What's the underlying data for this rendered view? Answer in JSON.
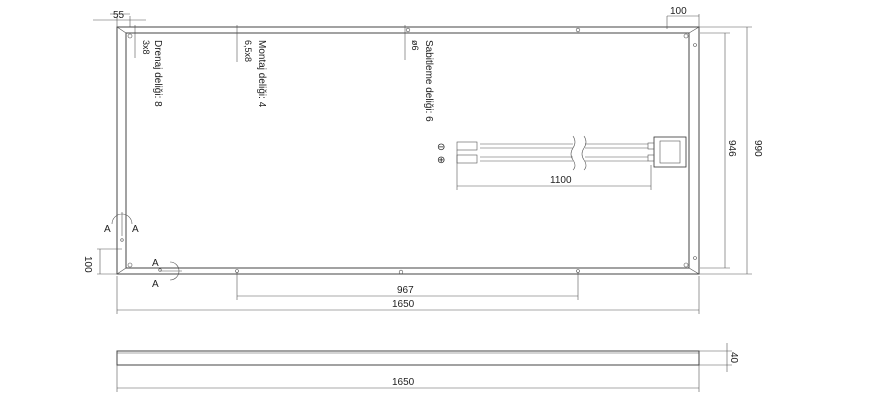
{
  "dimensions": {
    "corner_offset": "55",
    "top_right_offset": "100",
    "height_outer": "990",
    "height_inner": "946",
    "cable_length": "1100",
    "hole_spacing": "967",
    "width": "1650",
    "side_width": "1650",
    "left_offset": "100",
    "thickness": "40"
  },
  "labels": {
    "drain_holes": "Drenaj deliği: 8",
    "drain_holes_size": "3x8",
    "mounting_holes": "Montaj deliği: 4",
    "mounting_holes_size": "6,5x8",
    "fixing_holes": "Sabitleme deliği: 6",
    "fixing_holes_size": "ø6",
    "section_marks": [
      "A",
      "A",
      "A",
      "A"
    ]
  },
  "connector_symbols": [
    "⊖",
    "⊕"
  ]
}
